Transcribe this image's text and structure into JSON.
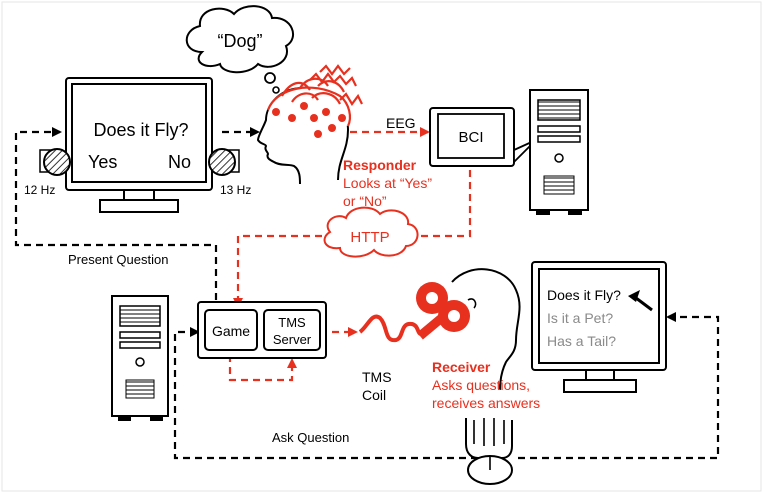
{
  "thought": "“Dog”",
  "left_monitor": {
    "question": "Does it Fly?",
    "yes": "Yes",
    "no": "No",
    "freq_left": "12 Hz",
    "freq_right": "13 Hz"
  },
  "eeg_label": "EEG",
  "bci_label": "BCI",
  "responder": {
    "title": "Responder",
    "line1": "Looks at “Yes”",
    "line2": "or “No”"
  },
  "http_label": "HTTP",
  "present_question": "Present Question",
  "game_label": "Game",
  "tms_server": [
    "TMS",
    "Server"
  ],
  "tms_coil": [
    "TMS",
    "Coil"
  ],
  "receiver": {
    "title": "Receiver",
    "line1": "Asks questions,",
    "line2": "receives answers"
  },
  "ask_question": "Ask Question",
  "right_monitor": {
    "q1": "Does it Fly?",
    "q2": "Is it a Pet?",
    "q3": "Has a Tail?"
  },
  "colors": {
    "accent": "#e8301f",
    "ink": "#000000",
    "muted": "#8a8a8a",
    "screen_frame": "#6e6e6e"
  }
}
